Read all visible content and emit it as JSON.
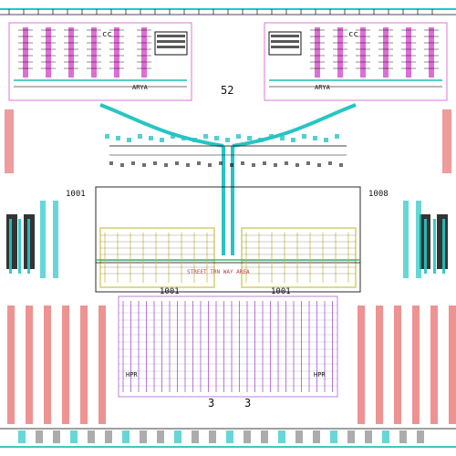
{
  "drawing": {
    "labels": [
      {
        "id": "label-top-center",
        "text": "52"
      },
      {
        "id": "label-left-upper",
        "text": "1001"
      },
      {
        "id": "label-right-upper",
        "text": "1008"
      },
      {
        "id": "label-left-lower",
        "text": "1001"
      },
      {
        "id": "label-right-lower",
        "text": "1001"
      },
      {
        "id": "label-center-banner",
        "text": "STREET TRN WAY AREA"
      },
      {
        "id": "label-bottom-center-a",
        "text": "3"
      },
      {
        "id": "label-bottom-center-b",
        "text": "3"
      },
      {
        "id": "label-top-left-cc",
        "text": "cc"
      },
      {
        "id": "label-top-right-cc",
        "text": "cc"
      },
      {
        "id": "label-left-mid-arya",
        "text": "ARYA"
      },
      {
        "id": "label-right-mid-arya",
        "text": "ARYA"
      },
      {
        "id": "label-left-bottom-hpr",
        "text": "HPR"
      },
      {
        "id": "label-right-bottom-hpr",
        "text": "HPR"
      }
    ],
    "colors": {
      "cyan": "#27c4c4",
      "magenta": "#d63cc8",
      "red": "#e24a4a",
      "purple": "#a24bd1",
      "yellow": "#c9c24a",
      "green": "#37b36b",
      "black": "#111111",
      "gray": "#777777"
    }
  }
}
